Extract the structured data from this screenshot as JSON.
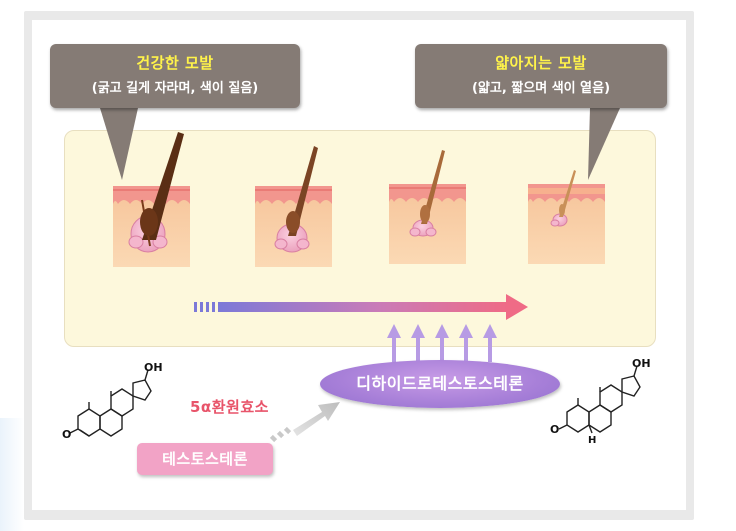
{
  "callouts": {
    "healthy": {
      "title": "건강한 모발",
      "subtitle": "(굵고 길게 자라며, 색이 짙음)"
    },
    "thinning": {
      "title": "얇아지는 모발",
      "subtitle": "(얇고, 짧으며 색이 옅음)"
    }
  },
  "labels": {
    "enzyme": "5α환원효소",
    "dht": "디하이드로테스토스테론",
    "testosterone": "테스토스테론"
  },
  "molecules": {
    "left": {
      "oh": "OH",
      "o": "O"
    },
    "right": {
      "oh": "OH",
      "o": "O",
      "h": "H"
    }
  },
  "colors": {
    "callout_bg": "#857b75",
    "callout_title": "#fff34a",
    "dht": "#a77fd8",
    "testosterone": "#f2a3c6",
    "enzyme_text": "#e8546a",
    "panel": "#fdf8dc"
  }
}
